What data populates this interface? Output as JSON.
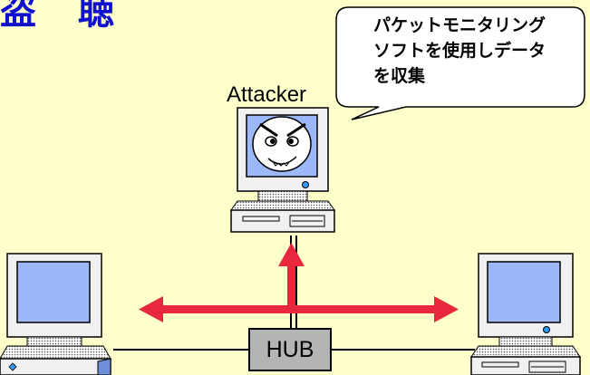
{
  "slide": {
    "title": "盗 聴",
    "callout": [
      "パケットモニタリング",
      "ソフトを使用しデータ",
      "を収集"
    ],
    "attacker_label": "Attacker",
    "hub_label": "HUB"
  },
  "colors": {
    "background": "#FFFFCC",
    "title": "#1010D0",
    "arrow": "#E8283C",
    "screen": "#9CB8F8",
    "pc_body": "#F0F0F0"
  }
}
